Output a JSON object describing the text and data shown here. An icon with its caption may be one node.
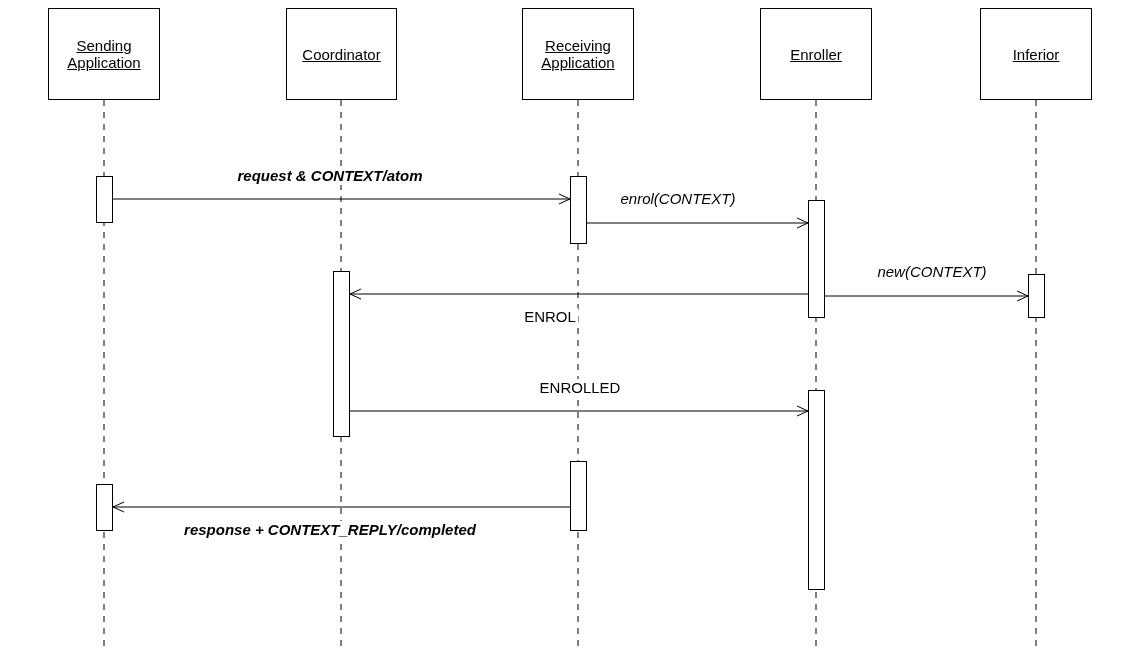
{
  "diagram": {
    "nodes": [
      {
        "text": [
          "Sending Application"
        ]
      },
      {
        "text": [
          "Coordinator"
        ]
      },
      {
        "text": [
          "Receiving Application"
        ]
      },
      {
        "text": [
          "Enroller"
        ]
      },
      {
        "text": [
          "Inferior"
        ]
      },
      {
        "text": [],
        "shape": "bar"
      },
      {
        "text": [],
        "shape": "bar"
      },
      {
        "text": [],
        "shape": "bar"
      },
      {
        "text": [],
        "shape": "bar"
      },
      {
        "text": [],
        "shape": "bar"
      },
      {
        "text": [],
        "shape": "bar"
      },
      {
        "text": [],
        "shape": "bar"
      },
      {
        "text": [],
        "shape": "bar"
      }
    ],
    "edges": [
      {
        "from": 5,
        "to": 6,
        "arrow": "to",
        "label": "request & CONTEXT/atom"
      },
      {
        "from": 6,
        "to": 7,
        "arrow": "to",
        "label": "enrol(CONTEXT)"
      },
      {
        "from": 7,
        "to": 8,
        "arrow": "to",
        "label": "new(CONTEXT)"
      },
      {
        "from": 7,
        "to": 9,
        "arrow": "to",
        "label": "ENROL"
      },
      {
        "from": 9,
        "to": 10,
        "arrow": "to",
        "label": "ENROLLED"
      },
      {
        "from": 11,
        "to": 12,
        "arrow": "to",
        "label": "response + CONTEXT_REPLY/completed"
      }
    ]
  }
}
